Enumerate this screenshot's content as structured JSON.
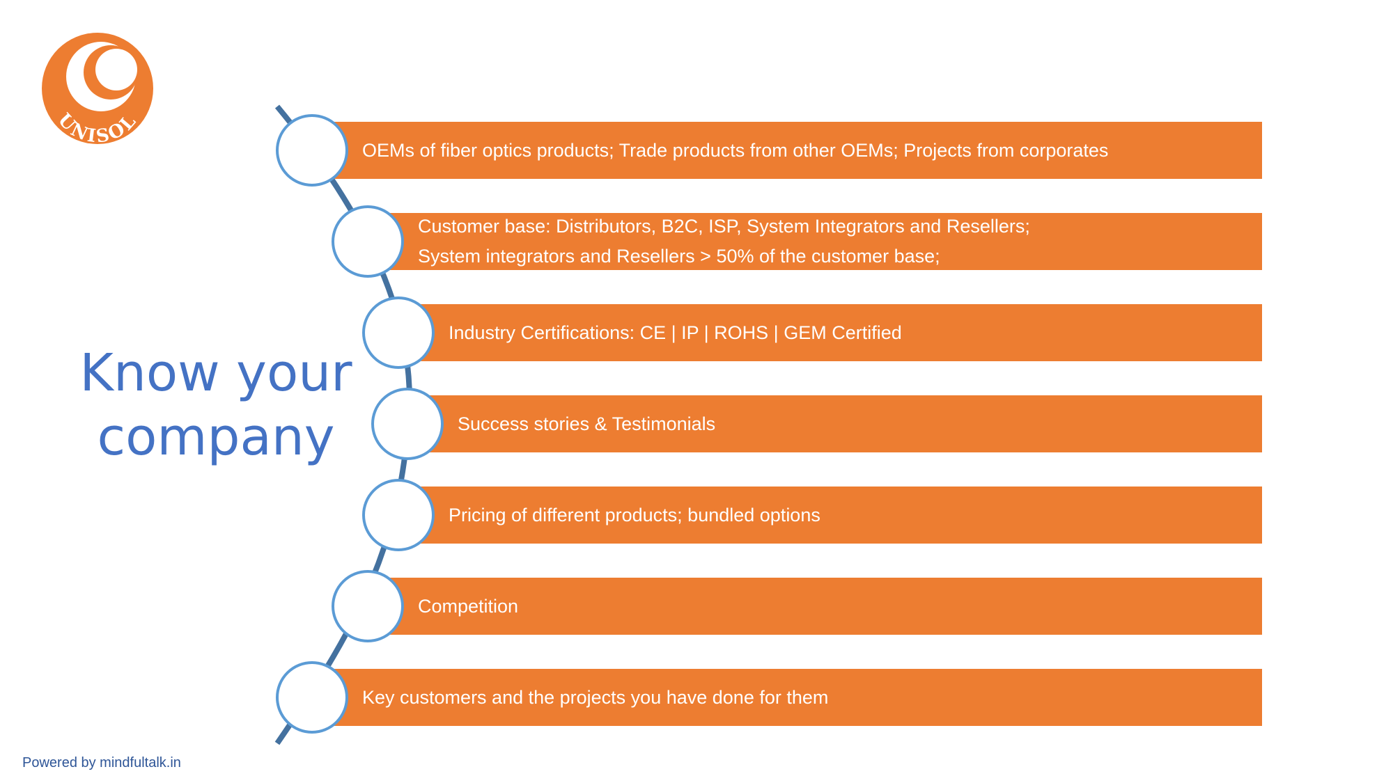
{
  "logo": {
    "text": "UNISOL",
    "color": "#ed7d31"
  },
  "title": {
    "line1": "Know your",
    "line2": "company"
  },
  "items": [
    {
      "lines": [
        "OEMs of fiber optics products; Trade products from other OEMs; Projects from corporates"
      ]
    },
    {
      "lines": [
        "Customer base: Distributors, B2C, ISP, System Integrators and Resellers;",
        "System integrators and Resellers > 50% of the customer base;"
      ]
    },
    {
      "lines": [
        "Industry Certifications: CE | IP | ROHS | GEM Certified"
      ]
    },
    {
      "lines": [
        "Success stories & Testimonials"
      ]
    },
    {
      "lines": [
        "Pricing of different products; bundled options"
      ]
    },
    {
      "lines": [
        "Competition"
      ]
    },
    {
      "lines": [
        "Key customers and the projects you have done for them"
      ]
    }
  ],
  "footer": "Powered by mindfultalk.in",
  "colors": {
    "bar": "#ed7d31",
    "circle_border": "#5b9bd5",
    "connector": "#44719f",
    "title": "#4472c4"
  }
}
